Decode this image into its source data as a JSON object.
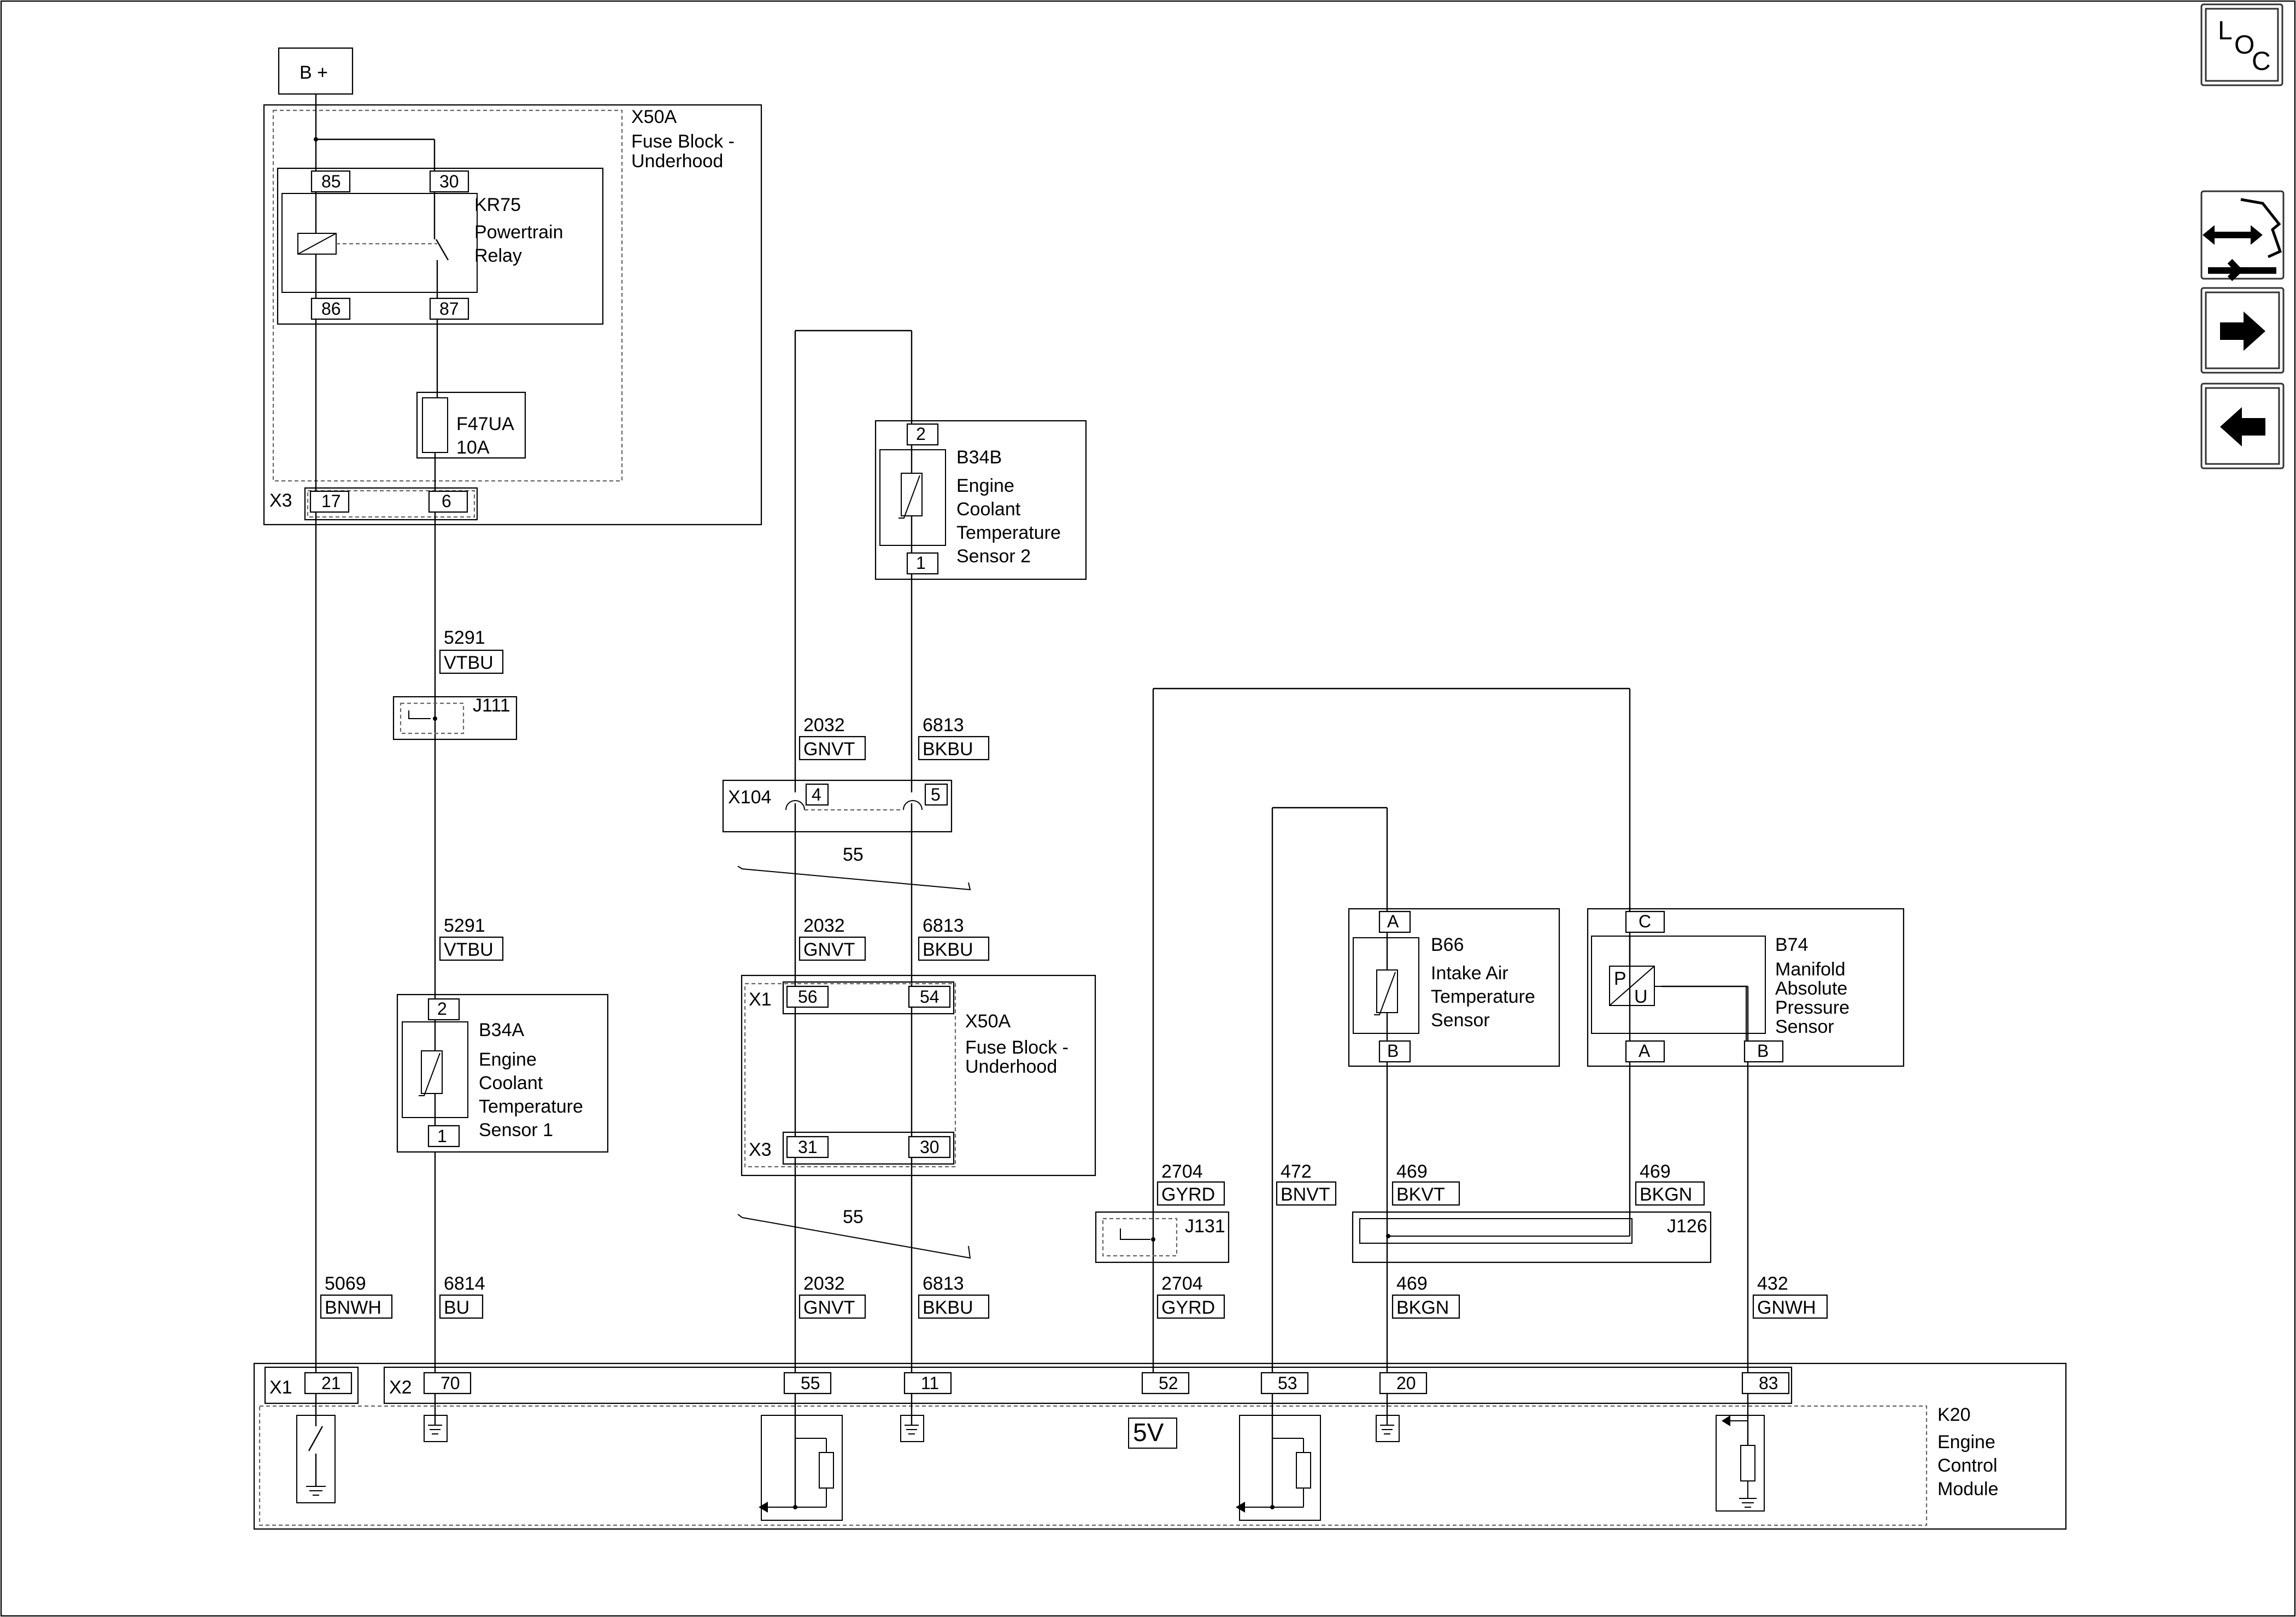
{
  "supply": {
    "label": "B +"
  },
  "fuse_block_top": {
    "id": "X50A",
    "name_line1": "Fuse Block -",
    "name_line2": "Underhood",
    "connector": "X3",
    "pins": [
      "17",
      "6"
    ]
  },
  "relay": {
    "id": "KR75",
    "name_line1": "Powertrain",
    "name_line2": "Relay",
    "pins": [
      "85",
      "30",
      "86",
      "87"
    ]
  },
  "fuse": {
    "id": "F47UA",
    "rating": "10A"
  },
  "sensor_b34b": {
    "id": "B34B",
    "name_lines": [
      "Engine",
      "Coolant",
      "Temperature",
      "Sensor 2"
    ],
    "pins": [
      "2",
      "1"
    ]
  },
  "sensor_b34a": {
    "id": "B34A",
    "name_lines": [
      "Engine",
      "Coolant",
      "Temperature",
      "Sensor 1"
    ],
    "pins": [
      "2",
      "1"
    ]
  },
  "sensor_b66": {
    "id": "B66",
    "name_lines": [
      "Intake Air",
      "Temperature",
      "Sensor"
    ],
    "pins": [
      "A",
      "B"
    ]
  },
  "sensor_b74": {
    "id": "B74",
    "name_lines": [
      "Manifold",
      "Absolute",
      "Pressure",
      "Sensor"
    ],
    "pins": [
      "C",
      "A",
      "B"
    ],
    "symbol": [
      "P",
      "U"
    ]
  },
  "splices": {
    "j111": "J111",
    "j131": "J131",
    "j126": "J126"
  },
  "connector_x104": {
    "id": "X104",
    "pins": [
      "4",
      "5"
    ]
  },
  "harness_break": {
    "label": "55"
  },
  "fuse_block_mid": {
    "id": "X50A",
    "name_line1": "Fuse Block -",
    "name_line2": "Underhood",
    "connector_x1": "X1",
    "connector_x3": "X3",
    "x1_pins": [
      "56",
      "54"
    ],
    "x3_pins": [
      "31",
      "30"
    ]
  },
  "circuits": {
    "c5291_a": {
      "num": "5291",
      "color": "VTBU"
    },
    "c5291_b": {
      "num": "5291",
      "color": "VTBU"
    },
    "c2032_a": {
      "num": "2032",
      "color": "GNVT"
    },
    "c6813_a": {
      "num": "6813",
      "color": "BKBU"
    },
    "c2032_b": {
      "num": "2032",
      "color": "GNVT"
    },
    "c6813_b": {
      "num": "6813",
      "color": "BKBU"
    },
    "c2032_c": {
      "num": "2032",
      "color": "GNVT"
    },
    "c6813_c": {
      "num": "6813",
      "color": "BKBU"
    },
    "c5069": {
      "num": "5069",
      "color": "BNWH"
    },
    "c6814": {
      "num": "6814",
      "color": "BU"
    },
    "c2704_a": {
      "num": "2704",
      "color": "GYRD"
    },
    "c2704_b": {
      "num": "2704",
      "color": "GYRD"
    },
    "c472": {
      "num": "472",
      "color": "BNVT"
    },
    "c469_a": {
      "num": "469",
      "color": "BKVT"
    },
    "c469_b": {
      "num": "469",
      "color": "BKGN"
    },
    "c469_c": {
      "num": "469",
      "color": "BKGN"
    },
    "c432": {
      "num": "432",
      "color": "GNWH"
    }
  },
  "ecm": {
    "id": "K20",
    "name_lines": [
      "Engine",
      "Control",
      "Module"
    ],
    "connector_x1": "X1",
    "connector_x2": "X2",
    "pins": [
      "21",
      "70",
      "55",
      "11",
      "52",
      "53",
      "20",
      "83"
    ],
    "reference_voltage": "5V"
  },
  "nav": {
    "location_label": [
      "L",
      "O",
      "C"
    ],
    "connector_end_view_icon": "connector-end-view-icon",
    "next_icon": "arrow-right-icon",
    "back_icon": "arrow-left-icon"
  }
}
